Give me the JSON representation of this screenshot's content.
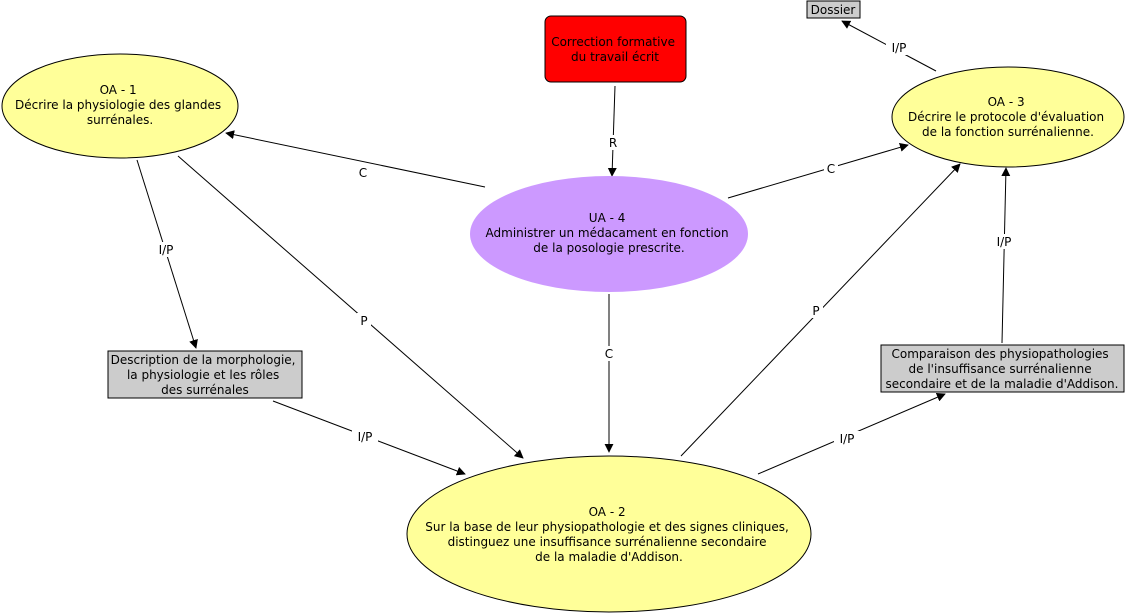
{
  "nodes": {
    "oa1": {
      "lines": [
        "OA - 1",
        "Décrire la physiologie des glandes",
        "surrénales."
      ],
      "fill": "#ffff99"
    },
    "oa2": {
      "lines": [
        "OA - 2",
        "Sur la base de leur physiopathologie et des signes cliniques,",
        "distinguez une insuffisance surrénalienne secondaire",
        "de la maladie d'Addison."
      ],
      "fill": "#ffff99"
    },
    "oa3": {
      "lines": [
        "OA - 3",
        "Décrire le protocole d'évaluation",
        "de la fonction surrénalienne."
      ],
      "fill": "#ffff99"
    },
    "ua4": {
      "lines": [
        "UA - 4",
        "Administrer un médacament en fonction",
        "de la posologie prescrite."
      ],
      "fill": "#cc99ff"
    },
    "correction": {
      "lines": [
        "Correction formative",
        "du travail écrit"
      ],
      "fill": "#ff0000"
    },
    "dossier": {
      "lines": [
        "Dossier"
      ],
      "fill": "#cccccc"
    },
    "description": {
      "lines": [
        "Description de la morphologie,",
        "la physiologie et les rôles",
        "des surrénales"
      ],
      "fill": "#cccccc"
    },
    "comparaison": {
      "lines": [
        "Comparaison des physiopathologies",
        "de l'insuffisance surrénalienne",
        "secondaire et de la maladie d'Addison."
      ],
      "fill": "#cccccc"
    }
  },
  "edges": {
    "correction_ua4": "R",
    "ua4_oa1": "C",
    "ua4_oa3": "C",
    "ua4_oa2": "C",
    "oa1_description": "I/P",
    "oa1_oa2": "P",
    "description_oa2": "I/P",
    "oa2_oa3": "P",
    "oa2_comparaison": "I/P",
    "comparaison_oa3": "I/P",
    "oa3_dossier": "I/P"
  }
}
